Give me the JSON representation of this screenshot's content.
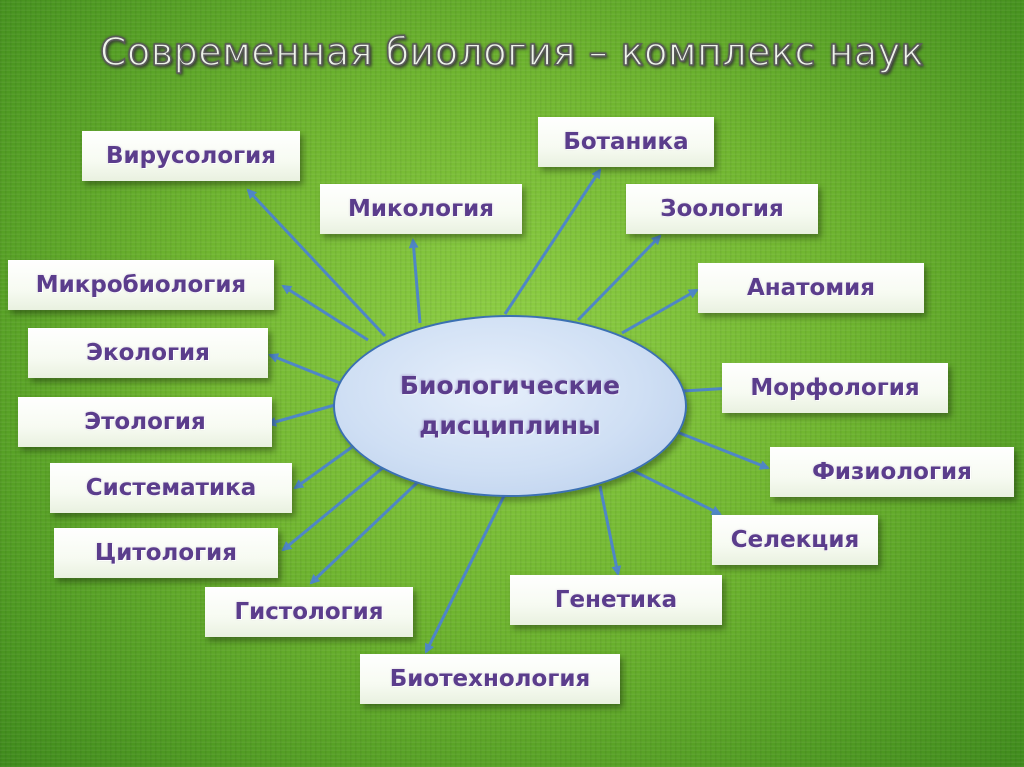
{
  "slide": {
    "title": "Современная биология – комплекс наук",
    "center_label": "Биологические дисциплины"
  },
  "disciplines": {
    "virusology": "Вирусология",
    "mycology": "Микология",
    "botany": "Ботаника",
    "zoology": "Зоология",
    "microbiology": "Микробиология",
    "anatomy": "Анатомия",
    "ecology": "Экология",
    "morphology": "Морфология",
    "ethology": "Этология",
    "physiology": "Физиология",
    "systematics": "Систематика",
    "selection": "Селекция",
    "cytology": "Цитология",
    "genetics": "Генетика",
    "histology": "Гистология",
    "biotechnology": "Биотехнология"
  },
  "colors": {
    "box_text": "#5b3d8c",
    "arrow": "#4f86c6",
    "ellipse_border": "#3b70b2"
  }
}
